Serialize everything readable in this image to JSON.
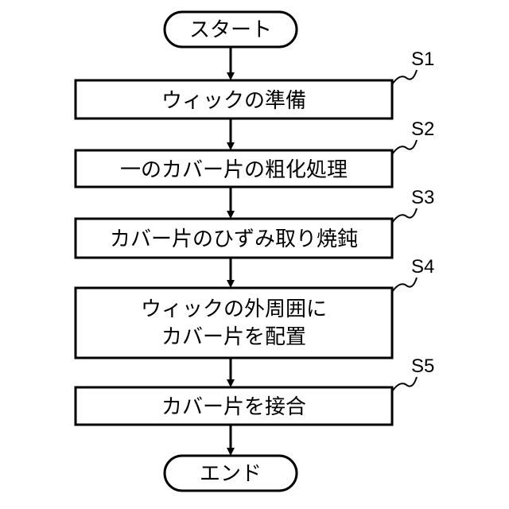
{
  "flowchart": {
    "start": "スタート",
    "end": "エンド",
    "steps": [
      {
        "id": "S1",
        "lines": [
          "ウィックの準備"
        ]
      },
      {
        "id": "S2",
        "lines": [
          "一のカバー片の粗化処理"
        ]
      },
      {
        "id": "S3",
        "lines": [
          "カバー片のひずみ取り焼鈍"
        ]
      },
      {
        "id": "S4",
        "lines": [
          "ウィックの外周囲に",
          "カバー片を配置"
        ]
      },
      {
        "id": "S5",
        "lines": [
          "カバー片を接合"
        ]
      }
    ]
  }
}
